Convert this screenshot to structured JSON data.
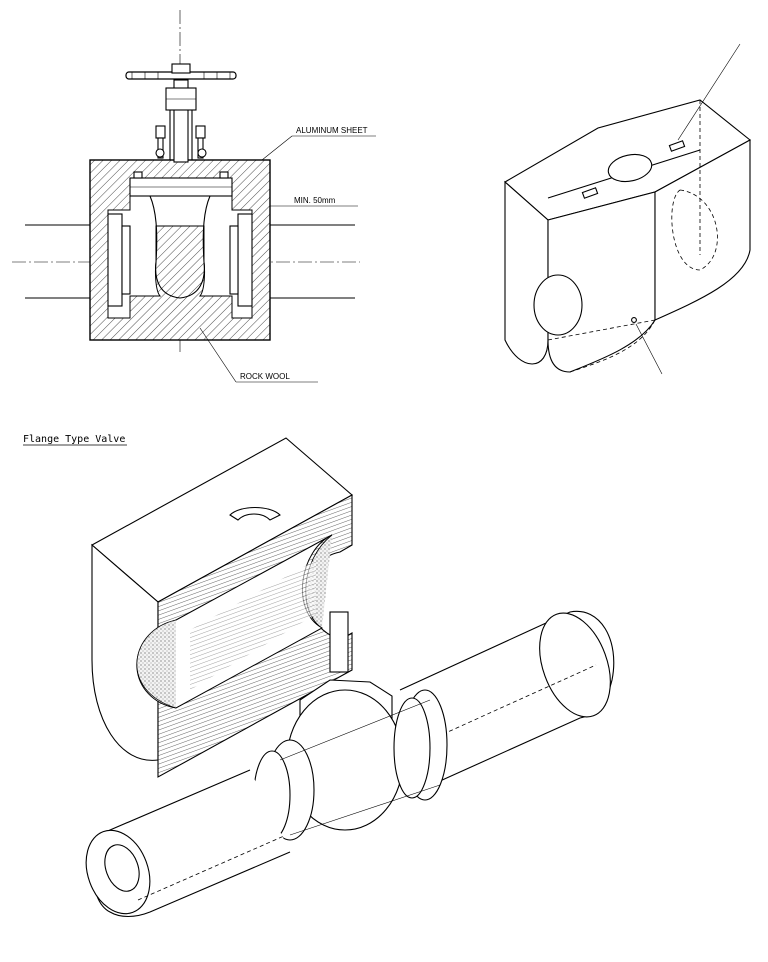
{
  "labels": {
    "aluminum_sheet": "ALUMINUM SHEET",
    "min_thickness": "MIN. 50mm",
    "rock_wool": "ROCK WOOL",
    "section_title": "Flange Type Valve"
  }
}
